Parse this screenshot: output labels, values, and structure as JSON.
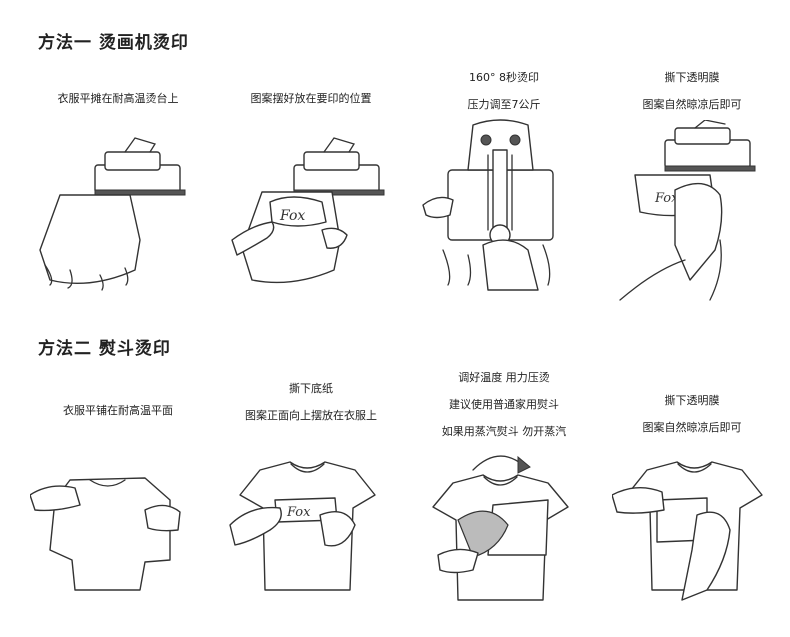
{
  "method1": {
    "title": "方法一  烫画机烫印",
    "steps": [
      {
        "lines": [
          "衣服平摊在耐高温烫台上"
        ]
      },
      {
        "lines": [
          "图案摆好放在要印的位置"
        ]
      },
      {
        "lines": [
          "160°  8秒烫印",
          "压力调至7公斤"
        ]
      },
      {
        "lines": [
          "撕下透明膜",
          "图案自然晾凉后即可"
        ]
      }
    ]
  },
  "method2": {
    "title": "方法二  熨斗烫印",
    "steps": [
      {
        "lines": [
          "衣服平铺在耐高温平面"
        ]
      },
      {
        "lines": [
          "撕下底纸",
          "图案正面向上摆放在衣服上"
        ]
      },
      {
        "lines": [
          "调好温度 用力压烫",
          "建议使用普通家用熨斗",
          "如果用蒸汽熨斗  勿开蒸汽"
        ]
      },
      {
        "lines": [
          "撕下透明膜",
          "图案自然晾凉后即可"
        ]
      }
    ]
  }
}
